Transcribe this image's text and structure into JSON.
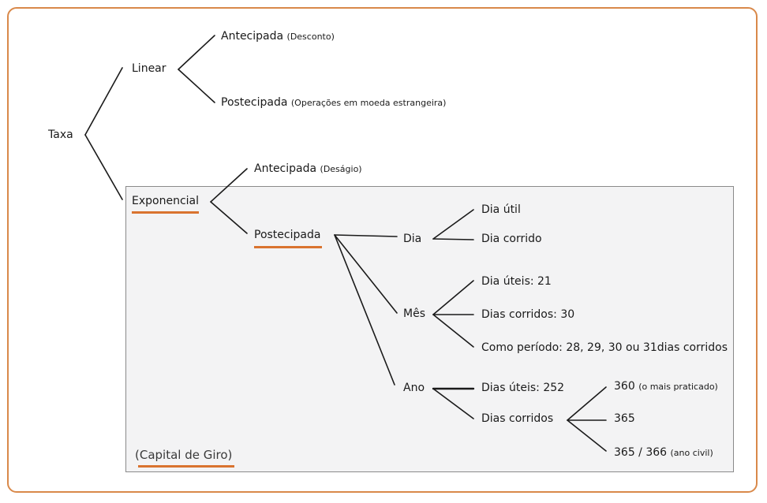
{
  "colors": {
    "frame": "#d9894a",
    "underline": "#d9732f",
    "panel_bg": "#f3f3f4",
    "panel_border": "#8a8a8a",
    "line": "#1a1a1a"
  },
  "nodes": {
    "taxa": "Taxa",
    "linear": "Linear",
    "linear_antecipada": "Antecipada",
    "linear_antecipada_note": "(Desconto)",
    "linear_postecipada": "Postecipada",
    "linear_postecipada_note": "(Operações em moeda estrangeira)",
    "exponencial": "Exponencial",
    "exp_antecipada": "Antecipada",
    "exp_antecipada_note": "(Deságio)",
    "exp_postecipada": "Postecipada",
    "dia": "Dia",
    "dia_util": "Dia útil",
    "dia_corrido": "Dia corrido",
    "mes": "Mês",
    "mes_uteis": "Dia úteis: 21",
    "mes_corridos": "Dias corridos: 30",
    "mes_periodo": "Como período: 28, 29, 30 ou 31dias corridos",
    "ano": "Ano",
    "ano_uteis": "Dias úteis: 252",
    "ano_corridos": "Dias corridos",
    "d360": "360",
    "d360_note": "(o mais praticado)",
    "d365": "365",
    "d365_366": "365 / 366",
    "d365_366_note": "(ano civil)"
  },
  "panel_caption": "(Capital de Giro)"
}
